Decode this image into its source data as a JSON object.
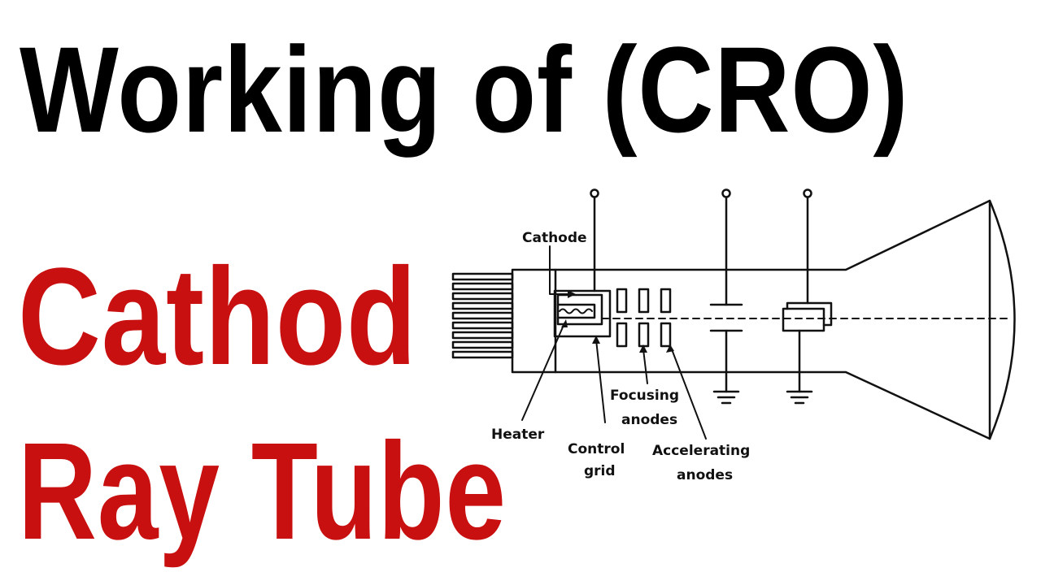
{
  "headline": {
    "title": "Working of (CRO)",
    "subtitle_line1": "Cathod",
    "subtitle_line2": "Ray Tube"
  },
  "diagram": {
    "labels": {
      "cathode": "Cathode",
      "heater": "Heater",
      "control_grid_1": "Control",
      "control_grid_2": "grid",
      "focusing_1": "Focusing",
      "focusing_2": "anodes",
      "accelerating_1": "Accelerating",
      "accelerating_2": "anodes"
    }
  },
  "colors": {
    "title": "#000000",
    "subtitle": "#c91010",
    "line": "#111111",
    "background": "#ffffff"
  }
}
